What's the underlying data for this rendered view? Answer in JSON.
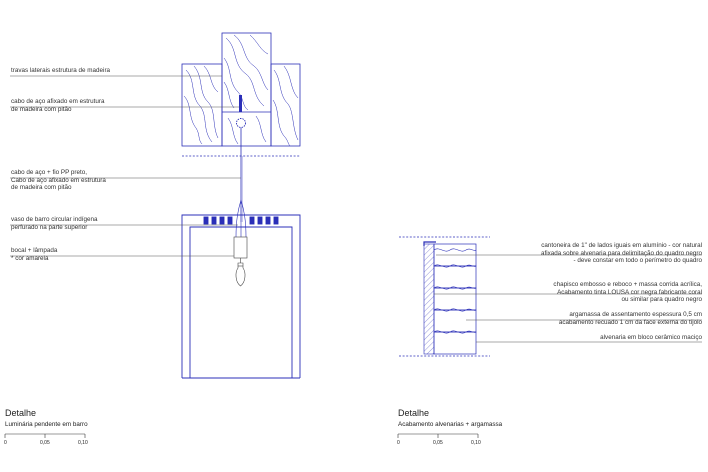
{
  "colors": {
    "drawing": "#2b2fb8",
    "leader": "#555555",
    "text": "#333333"
  },
  "left_detail": {
    "labels": {
      "travas": "travas laterais estrutura de madeira",
      "cabo_afixado": "cabo de aço afixado em estrutura\nde madeira com pitão",
      "cabo_fio": "cabo de aço + fio PP preto,\nCabo de aço afixado em estrutura\nde madeira com pitão",
      "vaso": "vaso de barro circular indígena\nperfurado na parte superior",
      "bocal": "bocal + lâmpada\n* cor amarela"
    },
    "title": "Detalhe",
    "subtitle": "Luminária pendente em barro",
    "scale": [
      "0",
      "0,05",
      "0,10"
    ]
  },
  "right_detail": {
    "labels": {
      "cantoneira": "cantoneira de 1\" de lados iguais em alumínio - cor natural\nafixada sobre alvenaria para delimitação do quadro negro\n- deve constar em todo o perímetro do quadro",
      "chapisco": "chapisco embosso e reboco + massa corrida acrílica,\nAcabamento tinta LOUSA cor negra fabricante coral\nou similar para quadro negro",
      "argamassa": "argamassa de assentamento espessura 0,5 cm\nacabamento recuado 1 cm da face externa do tijolo",
      "alvenaria": "alvenaria em bloco cerâmico maciço"
    },
    "title": "Detalhe",
    "subtitle": "Acabamento alvenarias + argamassa",
    "scale": [
      "0",
      "0,05",
      "0,10"
    ]
  }
}
